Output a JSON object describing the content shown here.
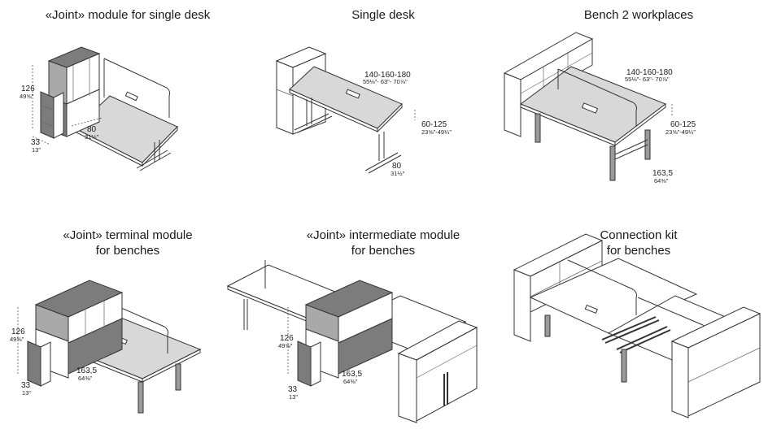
{
  "colors": {
    "line": "#333333",
    "desk_top": "#d8d8d8",
    "cabinet_dark": "#7c7c7c",
    "panel_mid": "#a9a9a9"
  },
  "panels": [
    {
      "title_lines": [
        "«Joint» module for single desk"
      ],
      "dims": {
        "height": "126",
        "height_in": "49⅝\"",
        "depth": "33",
        "depth_in": "13\"",
        "width": "80",
        "width_in": "31½\""
      }
    },
    {
      "title_lines": [
        "Single desk"
      ],
      "dims": {
        "length": "140-160-180",
        "length_in": "55⅛\"- 63\"- 70⅞\"",
        "height": "60-125",
        "height_in": "23⅝\"-49¼\"",
        "width": "80",
        "width_in": "31½\""
      }
    },
    {
      "title_lines": [
        "Bench 2 workplaces"
      ],
      "dims": {
        "length": "140-160-180",
        "length_in": "55⅛\"- 63\"- 70⅞\"",
        "height": "60-125",
        "height_in": "23⅝\"-49¼\"",
        "depth": "163,5",
        "depth_in": "64⅜\""
      }
    },
    {
      "title_lines": [
        "«Joint» terminal module",
        "for benches"
      ],
      "dims": {
        "height": "126",
        "height_in": "49⅝\"",
        "depth": "33",
        "depth_in": "13\"",
        "width": "163,5",
        "width_in": "64⅜\""
      }
    },
    {
      "title_lines": [
        "«Joint» intermediate module",
        "for benches"
      ],
      "dims": {
        "height": "126",
        "height_in": "49⅝\"",
        "depth": "33",
        "depth_in": "13\"",
        "width": "163,5",
        "width_in": "64⅜\""
      }
    },
    {
      "title_lines": [
        "Connection kit",
        "for benches"
      ],
      "dims": {}
    }
  ]
}
